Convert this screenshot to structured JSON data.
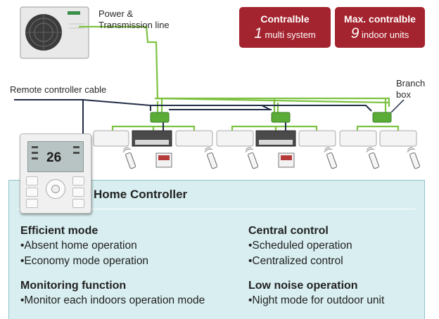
{
  "labels": {
    "power_line": "Power &\nTransmission line",
    "remote_cable": "Remote controller cable",
    "branch_box": "Branch\nbox"
  },
  "badges": [
    {
      "title": "Contralble",
      "number": "1",
      "unit": " multi system"
    },
    {
      "title": "Max. contralble",
      "number": "9",
      "unit": " indoor units"
    }
  ],
  "controller": {
    "temperature": "26"
  },
  "panel": {
    "title": "Home Controller",
    "features": [
      {
        "heading": "Efficient mode",
        "items": [
          "•Absent home operation",
          "•Economy mode operation"
        ]
      },
      {
        "heading": "Central control",
        "items": [
          "•Scheduled operation",
          "•Centralized control"
        ]
      },
      {
        "heading": "Monitoring function",
        "items": [
          "•Monitor each indoors operation mode"
        ]
      },
      {
        "heading": "Low noise operation",
        "items": [
          "•Night mode for outdoor unit"
        ]
      }
    ]
  },
  "colors": {
    "power_line": "#7dc242",
    "remote_cable": "#1f2a44",
    "badge_red": "#a3232e",
    "panel_bg": "#d8eef0",
    "branch_box": "#5aac37"
  },
  "icons": [
    "outdoor-unit-icon",
    "wall-indoor-unit-icon",
    "ducted-indoor-unit-icon",
    "branch-box-icon",
    "remote-control-icon",
    "wired-controller-icon",
    "home-controller-icon"
  ]
}
